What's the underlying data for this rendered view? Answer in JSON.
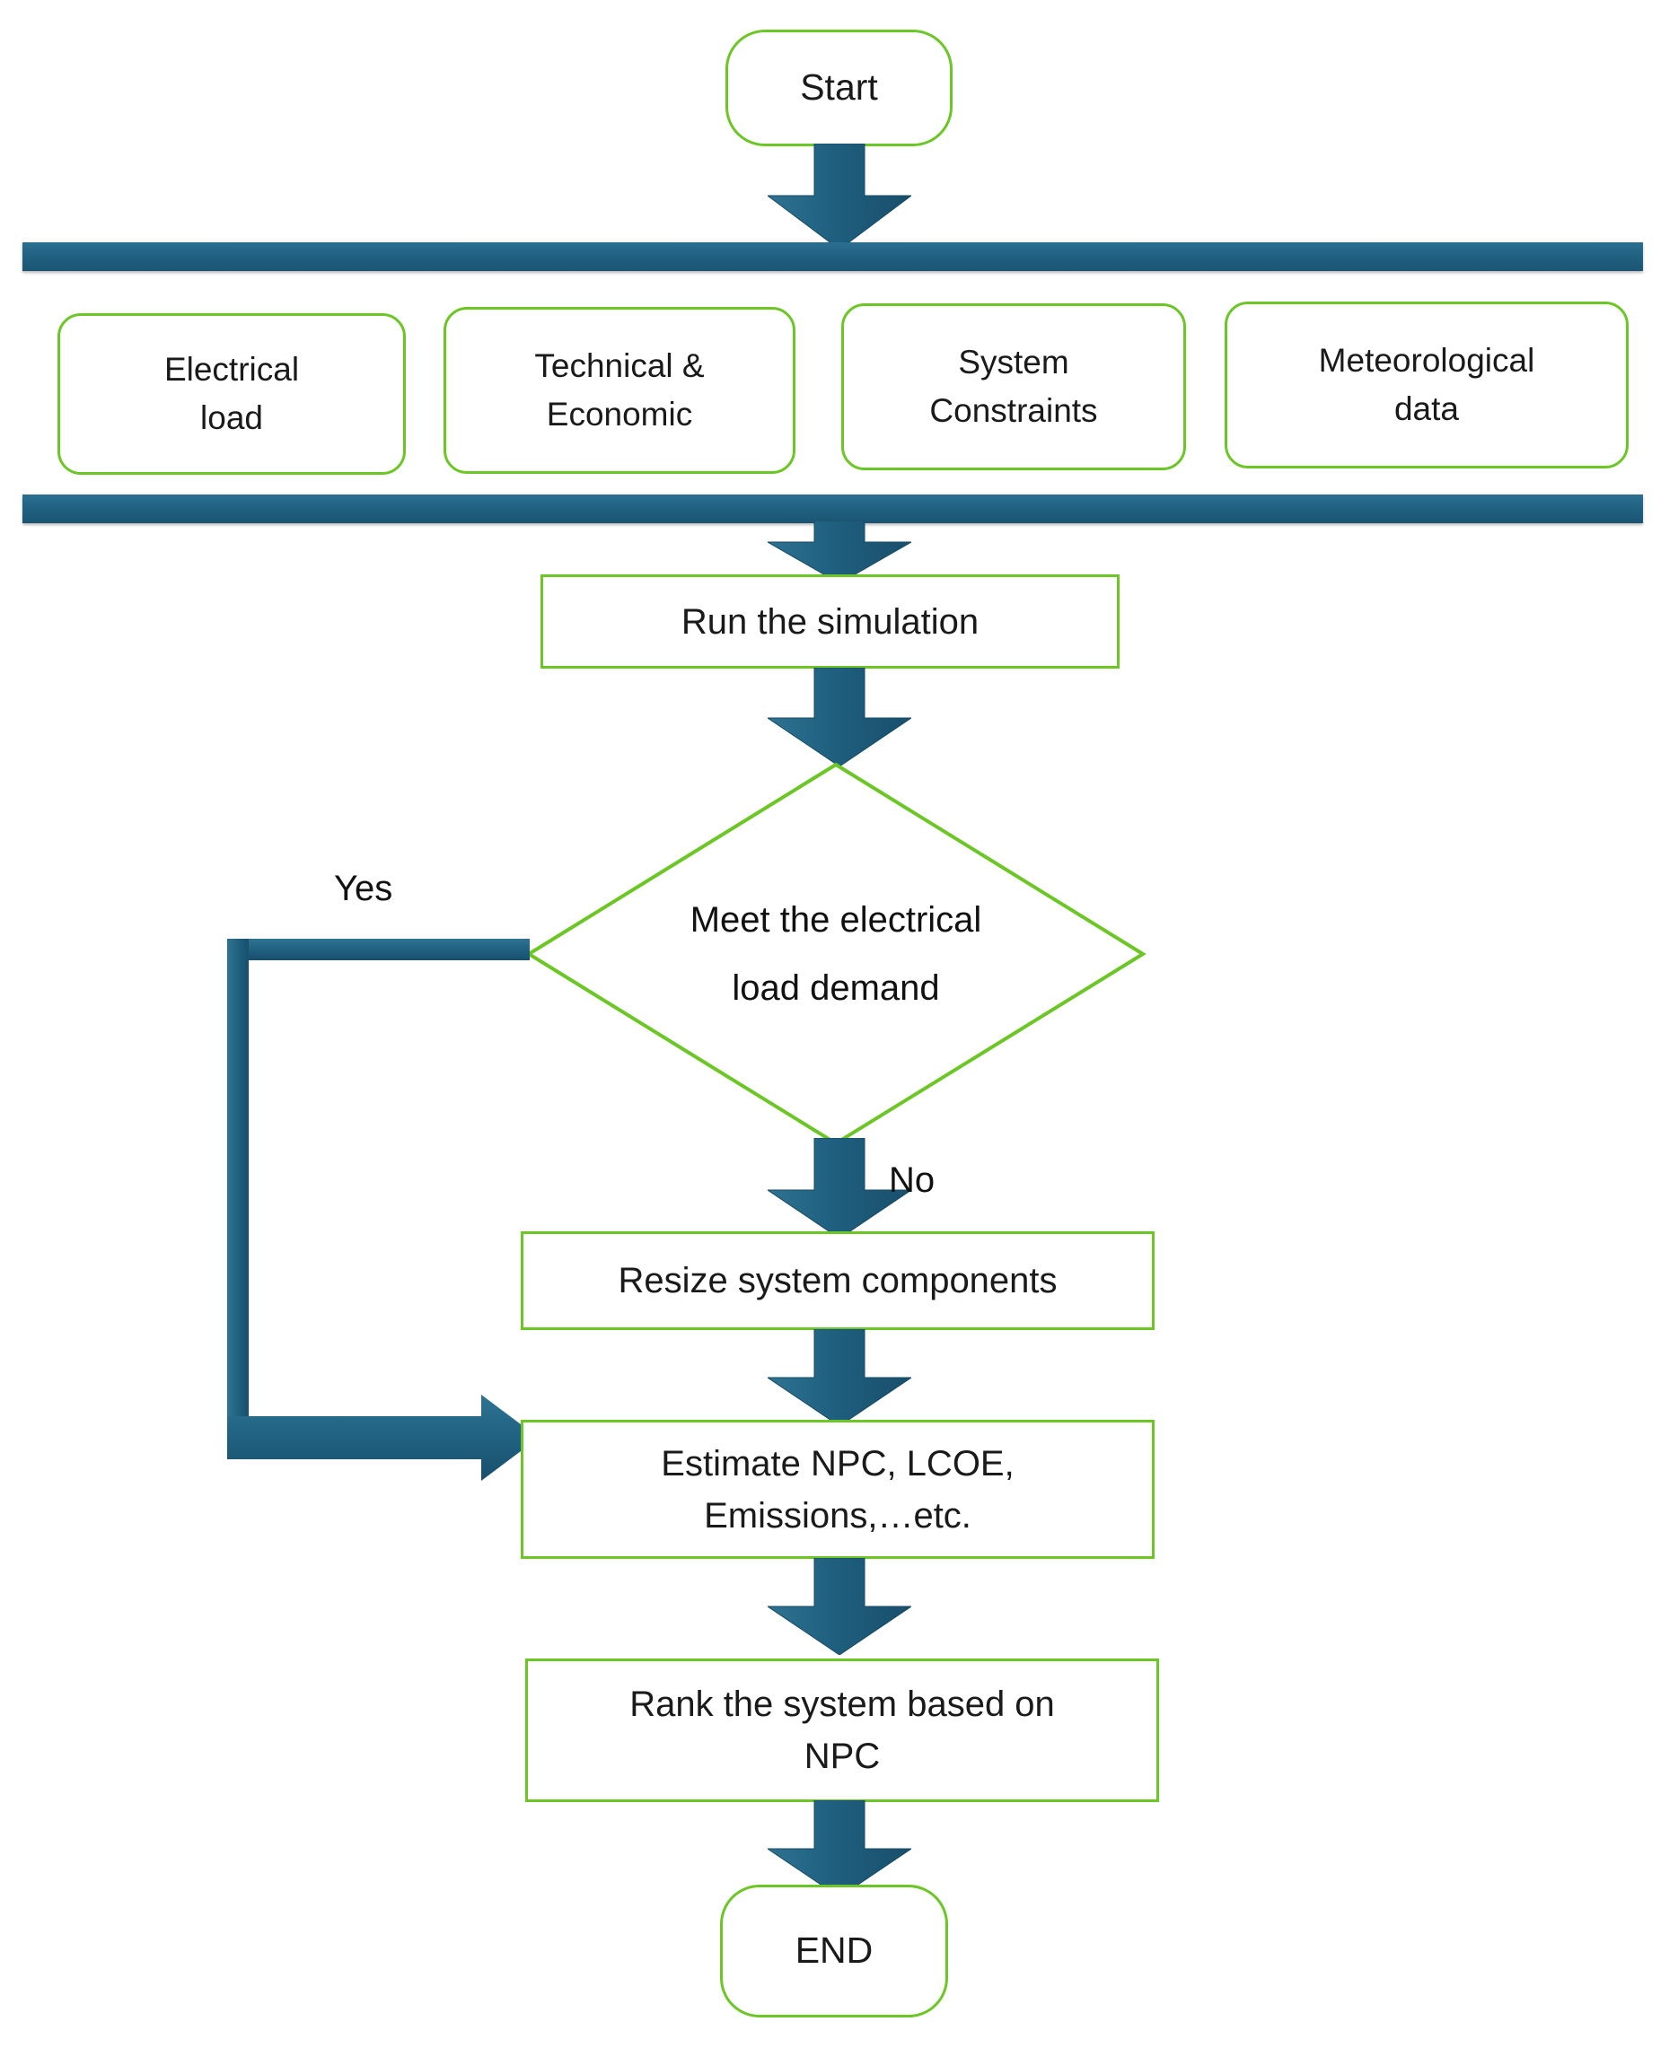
{
  "diagram": {
    "title": "HOMER simulation flowchart",
    "colors": {
      "node_border_green": "#6CC626",
      "arrow_blue": "#1F5F7F",
      "bar_blue": "#226b8d",
      "text_black": "#111111",
      "background": "#FFFFFF"
    }
  },
  "nodes": {
    "start": {
      "label": "Start",
      "shape": "terminator"
    },
    "inputs": [
      {
        "label": "Electrical\nload",
        "shape": "rounded-rect"
      },
      {
        "label": "Technical &\nEconomic",
        "shape": "rounded-rect"
      },
      {
        "label": "System\nConstraints",
        "shape": "rounded-rect"
      },
      {
        "label": "Meteorological\ndata",
        "shape": "rounded-rect"
      }
    ],
    "run_simulation": {
      "label": "Run the simulation",
      "shape": "process"
    },
    "decision": {
      "label": "Meet the electrical\nload demand",
      "shape": "diamond"
    },
    "resize": {
      "label": "Resize system components",
      "shape": "process"
    },
    "estimate": {
      "label": "Estimate NPC, LCOE,\nEmissions,…etc.",
      "shape": "process"
    },
    "rank": {
      "label": "Rank the system based on\nNPC",
      "shape": "process"
    },
    "end": {
      "label": "END",
      "shape": "terminator"
    }
  },
  "edge_labels": {
    "yes": "Yes",
    "no": "No"
  },
  "bars": {
    "input_collector_top": "",
    "input_collector_bottom": ""
  }
}
